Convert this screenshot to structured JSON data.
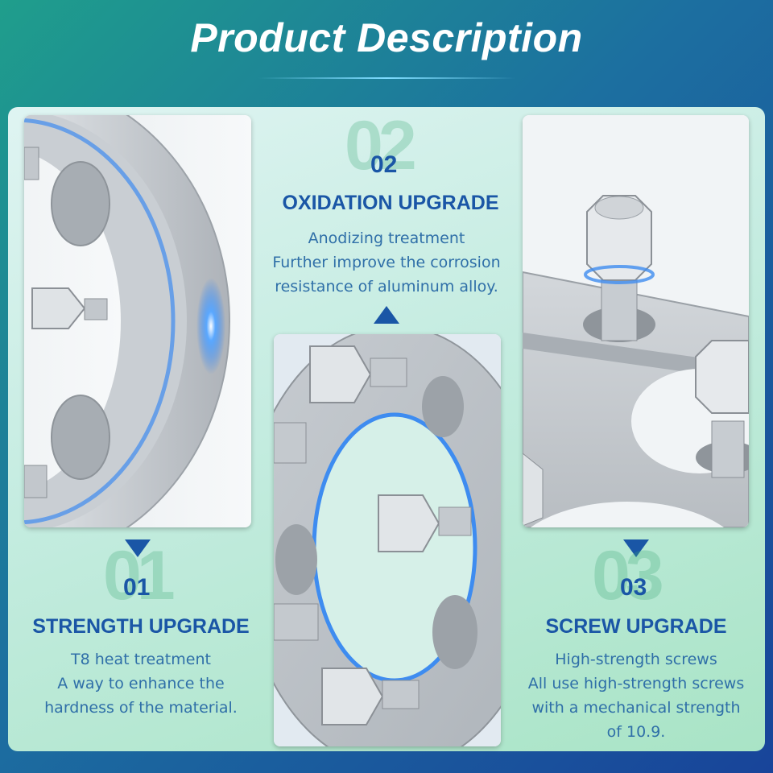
{
  "header": {
    "title": "Product Description"
  },
  "sections": [
    {
      "number": "01",
      "title": "STRENGTH UPGRADE",
      "lines": [
        "T8 heat treatment",
        "A way to enhance the",
        "hardness of the material."
      ]
    },
    {
      "number": "02",
      "title": "OXIDATION UPGRADE",
      "lines": [
        "Anodizing treatment",
        "Further improve the corrosion",
        "resistance of aluminum alloy."
      ]
    },
    {
      "number": "03",
      "title": "SCREW UPGRADE",
      "lines": [
        "High-strength screws",
        "All use high-strength screws",
        "with a mechanical strength",
        "of 10.9."
      ]
    }
  ],
  "colors": {
    "accent": "#1a56a6",
    "text": "#2f6fa8",
    "glow": "#2a7df0"
  },
  "icons": [
    "triangle-down-icon",
    "triangle-up-icon"
  ]
}
